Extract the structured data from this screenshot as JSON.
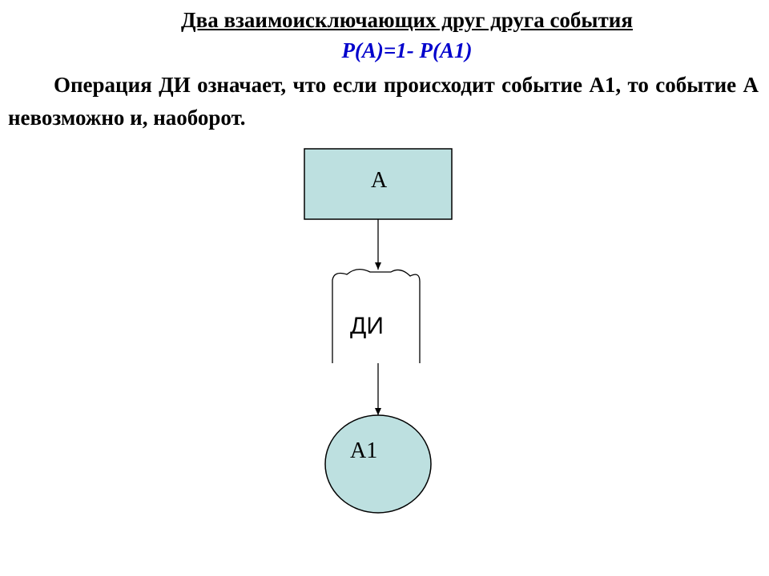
{
  "header": {
    "title": "Два взаимоисключающих друг друга события",
    "formula": "P(A)=1- P(A1)"
  },
  "body_text": "Операция ДИ означает, что если происходит событие А1, то событие А невозможно и, наоборот.",
  "diagram": {
    "node_a_label": "А",
    "gate_label": "ДИ",
    "node_a1_label": "А1",
    "colors": {
      "node_fill": "#bde0e0",
      "formula_text": "#0000cc",
      "stroke": "#000000"
    }
  }
}
